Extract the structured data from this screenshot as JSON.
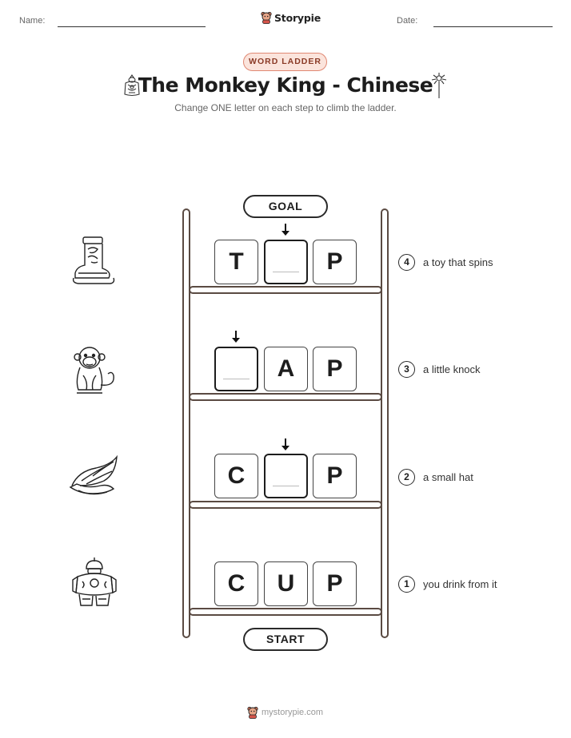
{
  "header": {
    "name_label": "Name:",
    "date_label": "Date:",
    "brand": "Storypie"
  },
  "badge": "WORD LADDER",
  "title": "The Monkey King - Chinese",
  "subtitle": "Change ONE letter on each step to climb the ladder.",
  "goal_label": "GOAL",
  "start_label": "START",
  "steps": [
    {
      "number": "4",
      "clue": "a toy that spins",
      "letters": [
        "T",
        "",
        "P"
      ],
      "blank_index": 1,
      "picture": "boot-icon"
    },
    {
      "number": "3",
      "clue": "a little knock",
      "letters": [
        "",
        "A",
        "P"
      ],
      "blank_index": 0,
      "picture": "monkey-icon"
    },
    {
      "number": "2",
      "clue": "a small hat",
      "letters": [
        "C",
        "",
        "P"
      ],
      "blank_index": 1,
      "picture": "feathered-cap-icon"
    },
    {
      "number": "1",
      "clue": "you drink from it",
      "letters": [
        "C",
        "U",
        "P"
      ],
      "blank_index": -1,
      "picture": "armor-icon"
    }
  ],
  "footer": "mystorypie.com",
  "colors": {
    "badge_bg": "#fbe4dc",
    "badge_border": "#e08873",
    "ladder": "#5a4a42"
  }
}
